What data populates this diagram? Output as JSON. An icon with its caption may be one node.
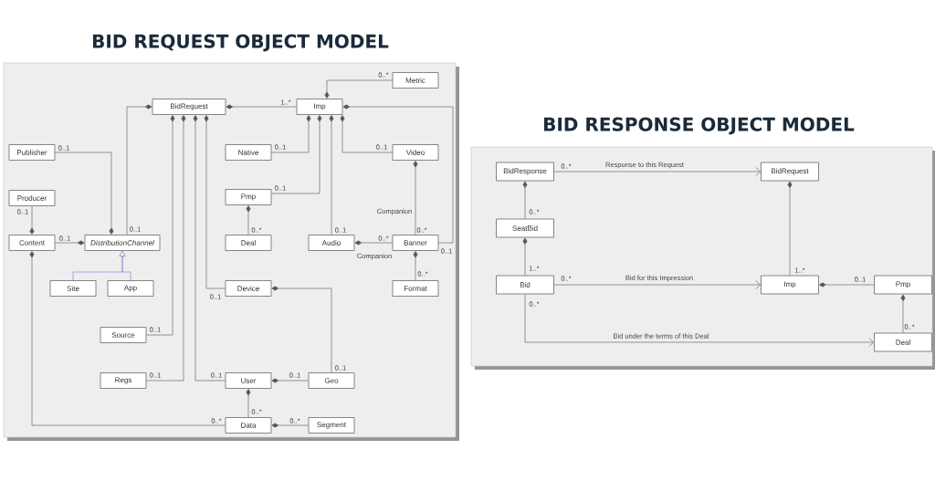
{
  "diagram": {
    "nodes": [
      {
        "text": [
          "BID REQUEST OBJECT MODEL"
        ]
      },
      {
        "text": [
          "BidRequest"
        ],
        "in": 0
      },
      {
        "text": [
          "Imp"
        ],
        "in": 0
      },
      {
        "text": [
          "Metric"
        ],
        "in": 0
      },
      {
        "text": [
          "Publisher"
        ],
        "in": 0
      },
      {
        "text": [
          "Native"
        ],
        "in": 0
      },
      {
        "text": [
          "Video"
        ],
        "in": 0
      },
      {
        "text": [
          "Producer"
        ],
        "in": 0
      },
      {
        "text": [
          "Pmp"
        ],
        "in": 0
      },
      {
        "text": [
          "Content"
        ],
        "in": 0
      },
      {
        "text": [
          "DistributionChannel"
        ],
        "in": 0
      },
      {
        "text": [
          "Deal"
        ],
        "in": 0
      },
      {
        "text": [
          "Audio"
        ],
        "in": 0
      },
      {
        "text": [
          "Banner"
        ],
        "in": 0
      },
      {
        "text": [
          "Site"
        ],
        "in": 0
      },
      {
        "text": [
          "App"
        ],
        "in": 0
      },
      {
        "text": [
          "Device"
        ],
        "in": 0
      },
      {
        "text": [
          "Format"
        ],
        "in": 0
      },
      {
        "text": [
          "Source"
        ],
        "in": 0
      },
      {
        "text": [
          "Regs"
        ],
        "in": 0
      },
      {
        "text": [
          "User"
        ],
        "in": 0
      },
      {
        "text": [
          "Geo"
        ],
        "in": 0
      },
      {
        "text": [
          "Data"
        ],
        "in": 0
      },
      {
        "text": [
          "Segment"
        ],
        "in": 0
      },
      {
        "text": [
          "BID RESPONSE OBJECT MODEL"
        ]
      },
      {
        "text": [
          "BidResponse"
        ],
        "in": 24
      },
      {
        "text": [
          "BidRequest"
        ],
        "in": 24
      },
      {
        "text": [
          "SeatBid"
        ],
        "in": 24
      },
      {
        "text": [
          "Bid"
        ],
        "in": 24
      },
      {
        "text": [
          "Imp"
        ],
        "in": 24
      },
      {
        "text": [
          "Pmp"
        ],
        "in": 24
      },
      {
        "text": [
          "Deal"
        ],
        "in": 24
      }
    ],
    "edges": [
      {
        "from": 1,
        "to": 10,
        "arrow": "other",
        "label": "0..1"
      },
      {
        "from": 1,
        "to": 2,
        "arrow": "other",
        "label": "1..*"
      },
      {
        "from": 1,
        "to": 18,
        "arrow": "other",
        "label": "0..1"
      },
      {
        "from": 1,
        "to": 19,
        "arrow": "other",
        "label": "0..1"
      },
      {
        "from": 1,
        "to": 20,
        "arrow": "other",
        "label": "0..1"
      },
      {
        "from": 1,
        "to": 16,
        "arrow": "other",
        "label": "0..1"
      },
      {
        "from": 2,
        "to": 3,
        "arrow": "other",
        "label": "0..*"
      },
      {
        "from": 2,
        "to": 13,
        "arrow": "other",
        "label": "0..1"
      },
      {
        "from": 2,
        "to": 5,
        "arrow": "other",
        "label": "0..1"
      },
      {
        "from": 2,
        "to": 8,
        "arrow": "other",
        "label": "0..1"
      },
      {
        "from": 2,
        "to": 12,
        "arrow": "other",
        "label": "0..1"
      },
      {
        "from": 2,
        "to": 6,
        "arrow": "other",
        "label": "0..1"
      },
      {
        "from": 6,
        "to": 13,
        "arrow": "other",
        "label": "Companion"
      },
      {
        "from": 12,
        "to": 13,
        "arrow": "other",
        "label": "Companion"
      },
      {
        "from": 13,
        "to": 17,
        "arrow": "other",
        "label": "0..*"
      },
      {
        "from": 8,
        "to": 11,
        "arrow": "other",
        "label": "0..*"
      },
      {
        "from": 10,
        "to": 4,
        "arrow": "other",
        "label": "0..1"
      },
      {
        "from": 9,
        "to": 7,
        "arrow": "other",
        "label": "0..1"
      },
      {
        "from": 10,
        "to": 9,
        "arrow": "other",
        "label": "0..1"
      },
      {
        "from": 9,
        "to": 22,
        "arrow": "other",
        "label": "0..*"
      },
      {
        "from": 16,
        "to": 21,
        "arrow": "other",
        "label": "0..1"
      },
      {
        "from": 20,
        "to": 21,
        "arrow": "other",
        "label": "0..1"
      },
      {
        "from": 20,
        "to": 22,
        "arrow": "other",
        "label": "0..*"
      },
      {
        "from": 22,
        "to": 23,
        "arrow": "other",
        "label": "0..*"
      },
      {
        "from": 14,
        "to": 10,
        "arrow": "to",
        "color": "#7575c8"
      },
      {
        "from": 15,
        "to": 10,
        "arrow": "to",
        "color": "#7575c8"
      },
      {
        "from": 25,
        "to": 26,
        "arrow": "to",
        "label": "Response to this Request"
      },
      {
        "from": 25,
        "to": 27,
        "arrow": "other",
        "label": "0..*"
      },
      {
        "from": 27,
        "to": 28,
        "arrow": "other",
        "label": "1..*"
      },
      {
        "from": 28,
        "to": 29,
        "arrow": "to",
        "label": "Bid for this Impression"
      },
      {
        "from": 28,
        "to": 31,
        "arrow": "to",
        "label": "Bid under the terms of this Deal"
      },
      {
        "from": 26,
        "to": 29,
        "arrow": "other",
        "label": "1..*"
      },
      {
        "from": 29,
        "to": 30,
        "arrow": "other",
        "label": "0..1"
      },
      {
        "from": 30,
        "to": 31,
        "arrow": "other",
        "label": "0..*"
      }
    ],
    "labels": [
      "0..*",
      "0..*",
      "0..*",
      "0..*",
      "0..*"
    ]
  }
}
